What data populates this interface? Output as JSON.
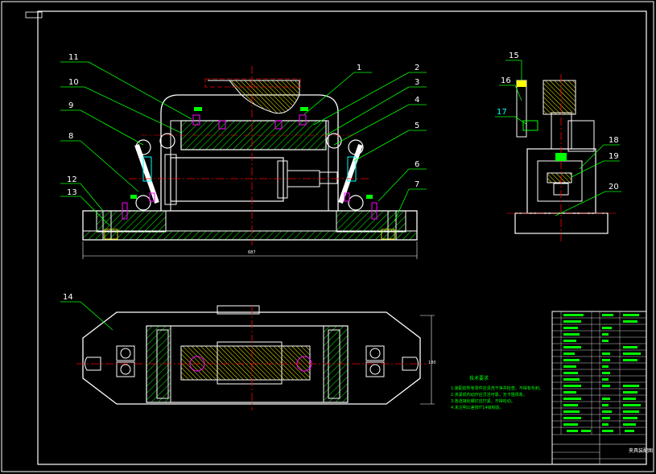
{
  "drawing": {
    "part_labels_front": [
      {
        "num": "1"
      },
      {
        "num": "2"
      },
      {
        "num": "3"
      },
      {
        "num": "4"
      },
      {
        "num": "5"
      },
      {
        "num": "6"
      },
      {
        "num": "7"
      },
      {
        "num": "8"
      },
      {
        "num": "9"
      },
      {
        "num": "10"
      },
      {
        "num": "11"
      },
      {
        "num": "12"
      },
      {
        "num": "13"
      }
    ],
    "part_label_top": "14",
    "part_labels_side": [
      "15",
      "16",
      "17",
      "18",
      "19",
      "20"
    ],
    "dimension_front": "687",
    "dimension_top": "180",
    "notes_title": "技术要求",
    "notes": [
      "1.装配前所有零件应清洗干净并检查，不得有毛刺。",
      "2.夹紧机构动作应灵活可靠，无卡阻现象。",
      "3.各连接处螺钉应拧紧，不得松动。",
      "4.未注明公差按IT14级制造。"
    ],
    "title_block_name": "夹具装配图",
    "colors": {
      "background": "#000000",
      "outline": "#ffffff",
      "hatch": "#00ff00",
      "centerline": "#ff0000",
      "leader": "#00ff00",
      "highlight": "#ffff00",
      "dimension": "#00ffff",
      "fastener": "#ff00ff"
    }
  }
}
